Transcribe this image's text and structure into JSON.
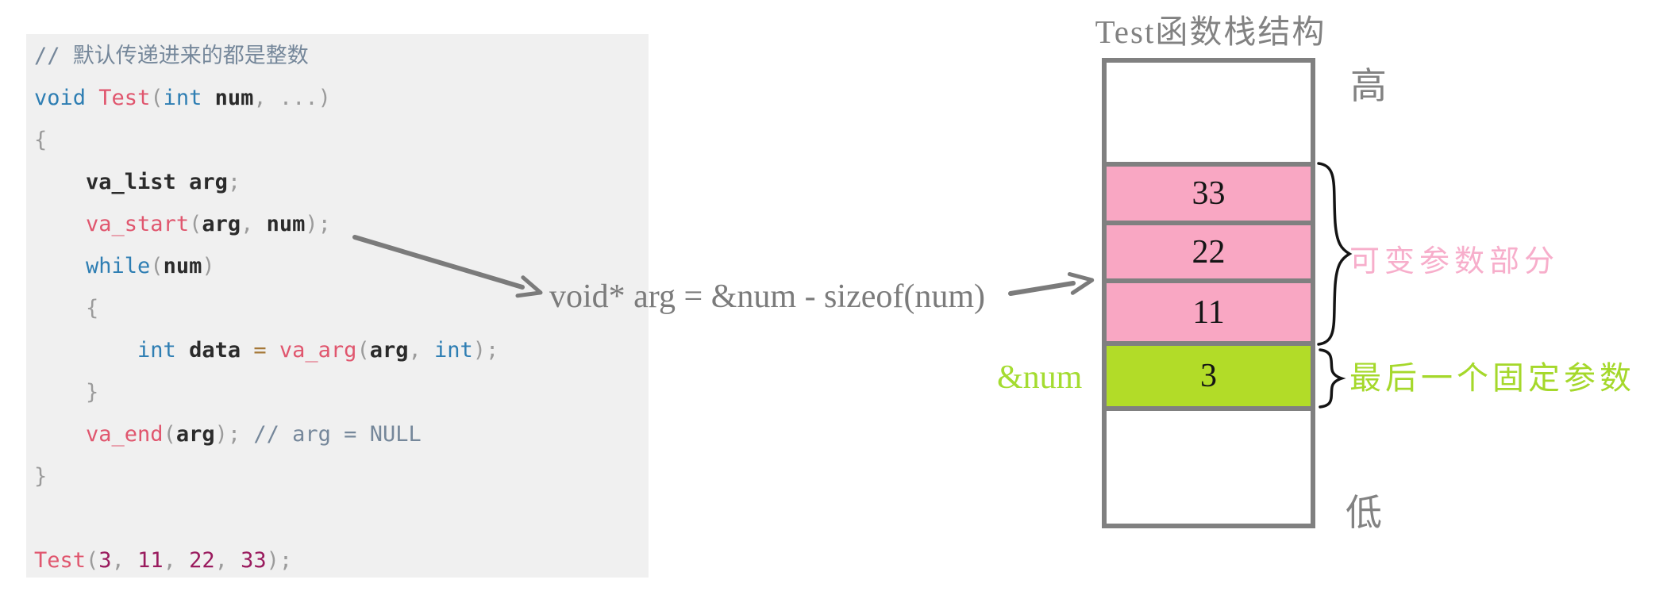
{
  "code": {
    "lines": [
      [
        [
          "cm",
          "// 默认传递进来的都是整数"
        ]
      ],
      [
        [
          "kw",
          "void"
        ],
        [
          "pl",
          " "
        ],
        [
          "fn",
          "Test"
        ],
        [
          "pu",
          "("
        ],
        [
          "kw",
          "int"
        ],
        [
          "id",
          " num"
        ],
        [
          "pu",
          ", ...)"
        ]
      ],
      [
        [
          "pu",
          "{"
        ]
      ],
      [
        [
          "id",
          "    va_list arg"
        ],
        [
          "pu",
          ";"
        ]
      ],
      [
        [
          "pl",
          "    "
        ],
        [
          "fn",
          "va_start"
        ],
        [
          "pu",
          "("
        ],
        [
          "id",
          "arg"
        ],
        [
          "pu",
          ", "
        ],
        [
          "id",
          "num"
        ],
        [
          "pu",
          ");"
        ]
      ],
      [
        [
          "pl",
          "    "
        ],
        [
          "kw",
          "while"
        ],
        [
          "pu",
          "("
        ],
        [
          "id",
          "num"
        ],
        [
          "pu",
          ")"
        ]
      ],
      [
        [
          "pu",
          "    {"
        ]
      ],
      [
        [
          "pl",
          "        "
        ],
        [
          "kw",
          "int"
        ],
        [
          "id",
          " data "
        ],
        [
          "op",
          "="
        ],
        [
          "pl",
          " "
        ],
        [
          "fn",
          "va_arg"
        ],
        [
          "pu",
          "("
        ],
        [
          "id",
          "arg"
        ],
        [
          "pu",
          ", "
        ],
        [
          "kw",
          "int"
        ],
        [
          "pu",
          ");"
        ]
      ],
      [
        [
          "pu",
          "    }"
        ]
      ],
      [
        [
          "pl",
          "    "
        ],
        [
          "fn",
          "va_end"
        ],
        [
          "pu",
          "("
        ],
        [
          "id",
          "arg"
        ],
        [
          "pu",
          ");"
        ],
        [
          "cm",
          " // arg = NULL"
        ]
      ],
      [
        [
          "pu",
          "}"
        ]
      ],
      [
        [
          "pl",
          ""
        ]
      ],
      [
        [
          "fn",
          "Test"
        ],
        [
          "pu",
          "("
        ],
        [
          "nu",
          "3"
        ],
        [
          "pu",
          ", "
        ],
        [
          "nu",
          "11"
        ],
        [
          "pu",
          ", "
        ],
        [
          "nu",
          "22"
        ],
        [
          "pu",
          ", "
        ],
        [
          "nu",
          "33"
        ],
        [
          "pu",
          ");"
        ]
      ]
    ]
  },
  "formula": {
    "text": "void* arg = &num - sizeof(num)"
  },
  "stack": {
    "title": "Test函数栈结构",
    "high_label": "高",
    "low_label": "低",
    "pointer_label": "&num",
    "variadic_label": "可变参数部分",
    "fixed_label": "最后一个固定参数",
    "cells": [
      {
        "type": "empty",
        "value": ""
      },
      {
        "type": "variadic",
        "value": "33"
      },
      {
        "type": "variadic",
        "value": "22"
      },
      {
        "type": "variadic",
        "value": "11"
      },
      {
        "type": "fixed",
        "value": "3"
      },
      {
        "type": "empty",
        "value": ""
      }
    ]
  },
  "colors": {
    "variadic": "#F9A7C3",
    "fixed": "#B2DC28",
    "empty": "#FFFFFF",
    "code_background": "#F0F0F0",
    "keyword": "#2E7EB3",
    "function": "#E0566E",
    "number_literal": "#9A1B5E",
    "comment": "#75879A",
    "gray_line": "#808080",
    "variadic_text": "#F7AECB",
    "fixed_text": "#A5D82B",
    "pointer_text": "#A4DC30"
  }
}
